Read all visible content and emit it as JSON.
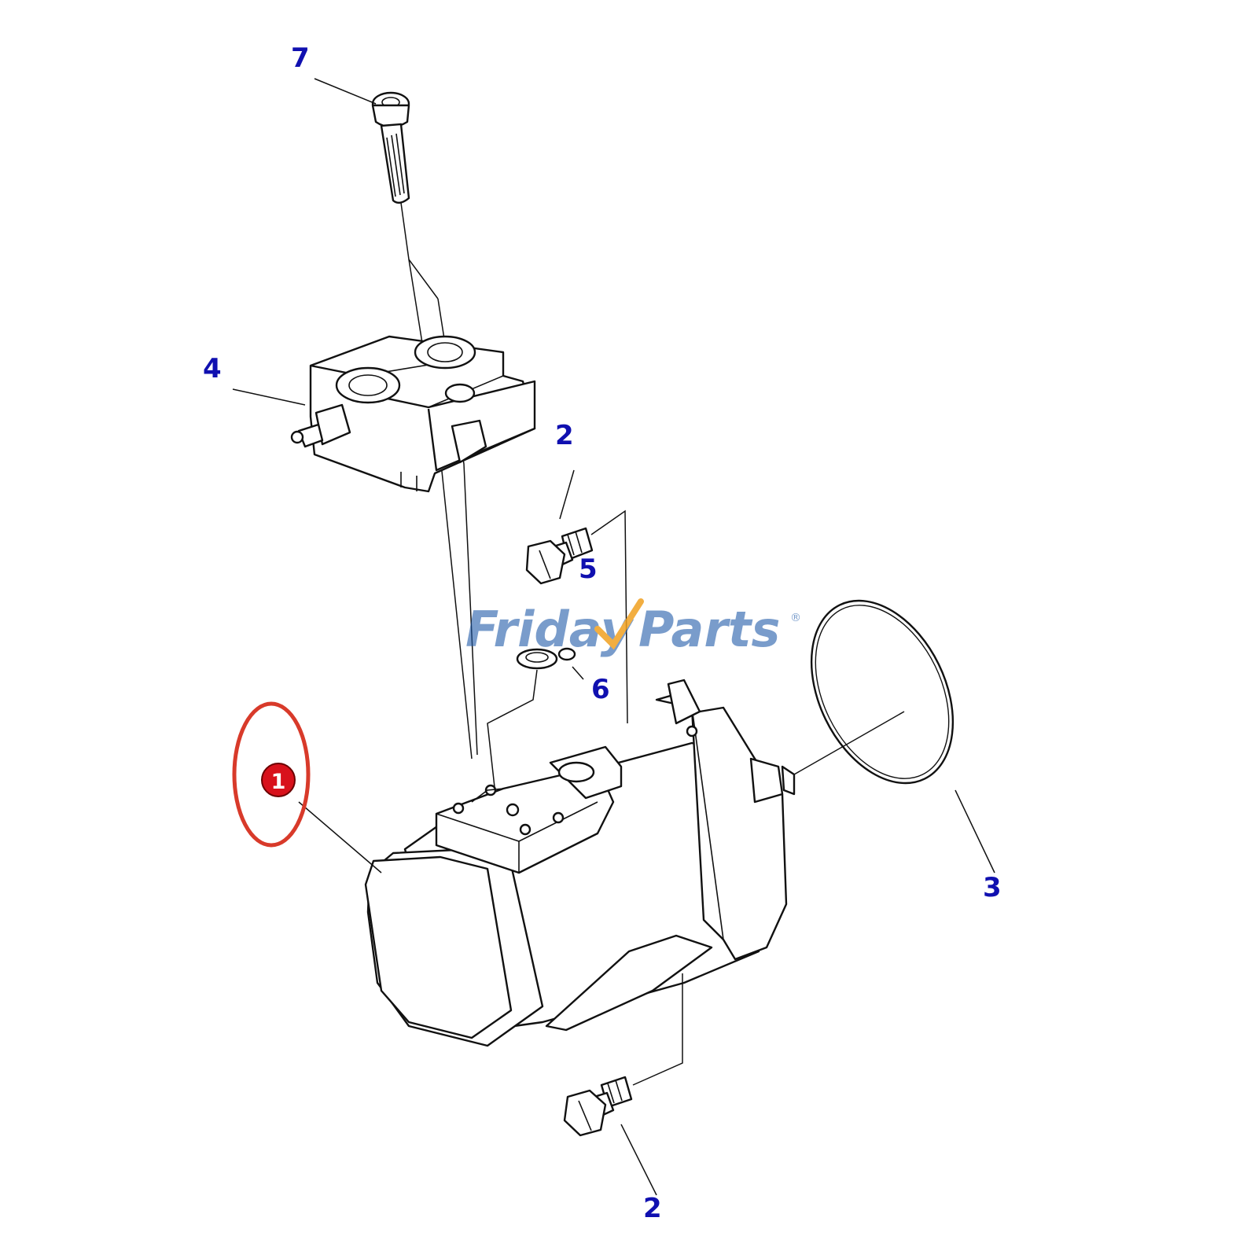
{
  "diagram": {
    "callouts": [
      {
        "id": "callout-7",
        "text": "7"
      },
      {
        "id": "callout-4",
        "text": "4"
      },
      {
        "id": "callout-2-upper",
        "text": "2"
      },
      {
        "id": "callout-5",
        "text": "5"
      },
      {
        "id": "callout-6",
        "text": "6"
      },
      {
        "id": "callout-3",
        "text": "3"
      },
      {
        "id": "callout-2-lower",
        "text": "2"
      }
    ],
    "highlight_marker": {
      "text": "1",
      "color": "#d8111b",
      "ring_color": "#d83a2a"
    },
    "callout_color": "#1010b0"
  },
  "watermark": {
    "text_part1": "Friday",
    "text_part2": "Parts",
    "mark": "®",
    "color": "#1f5aa8",
    "accent": "#f0a020"
  }
}
